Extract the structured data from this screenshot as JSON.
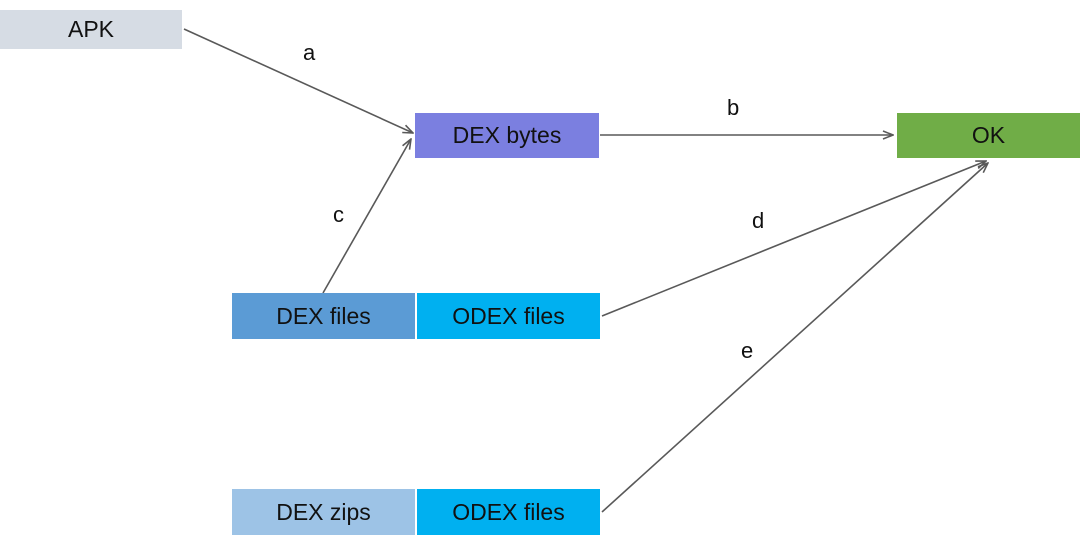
{
  "nodes": {
    "apk": {
      "label": "APK",
      "color": "#d6dce4"
    },
    "dex_bytes": {
      "label": "DEX bytes",
      "color": "#7b7fe0"
    },
    "ok": {
      "label": "OK",
      "color": "#70ad47"
    },
    "dex_files": {
      "label": "DEX files",
      "color": "#5b9bd5"
    },
    "odex_files_1": {
      "label": "ODEX files",
      "color": "#00b0f0"
    },
    "dex_zips": {
      "label": "DEX zips",
      "color": "#9dc3e6"
    },
    "odex_files_2": {
      "label": "ODEX files",
      "color": "#00b0f0"
    }
  },
  "edges": [
    {
      "id": "a",
      "label": "a",
      "from": "apk",
      "to": "dex_bytes"
    },
    {
      "id": "b",
      "label": "b",
      "from": "dex_bytes",
      "to": "ok"
    },
    {
      "id": "c",
      "label": "c",
      "from": "dex_files",
      "to": "dex_bytes"
    },
    {
      "id": "d",
      "label": "d",
      "from": "odex_files_1",
      "to": "ok"
    },
    {
      "id": "e",
      "label": "e",
      "from": "odex_files_2",
      "to": "ok"
    }
  ],
  "edge_color": "#595959"
}
